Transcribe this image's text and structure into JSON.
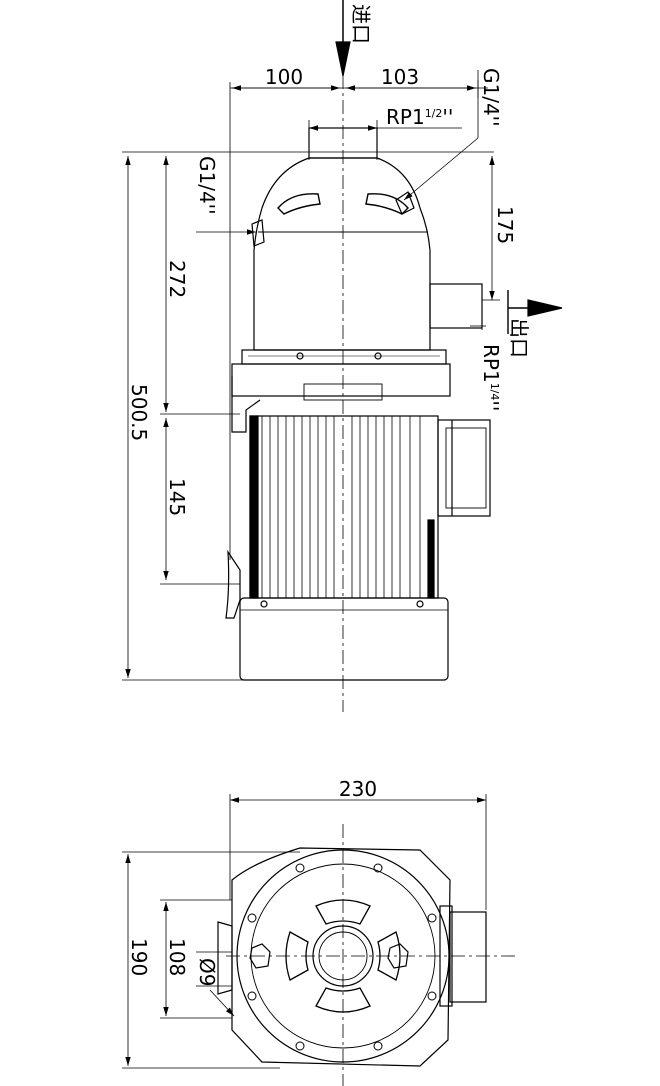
{
  "front_view": {
    "inlet_label": "进口",
    "outlet_label": "出口",
    "dim_left_half_width": "100",
    "dim_right_half_width": "103",
    "inlet_thread": "RP1",
    "inlet_thread_fraction": "1/2",
    "inlet_thread_suffix": "''",
    "gauge_port_right": "G1/4''",
    "gauge_port_left": "G1/4''",
    "dim_outlet_height": "175",
    "outlet_thread": "RP1",
    "outlet_thread_fraction": "1/4",
    "outlet_thread_suffix": "''",
    "dim_pump_height": "272",
    "dim_total_height": "500.5",
    "dim_mount_height": "145"
  },
  "bottom_view": {
    "dim_width": "230",
    "dim_depth": "190",
    "dim_mount_spacing": "108",
    "dim_hole_diameter": "Ø9"
  }
}
